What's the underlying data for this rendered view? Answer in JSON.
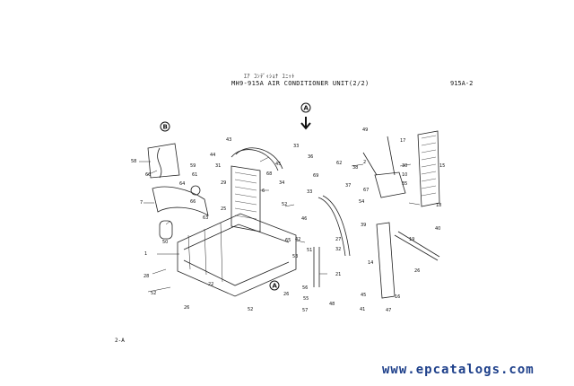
{
  "header": {
    "japanese_title": "ｴｱ ｺﾝﾃﾞｨｼｮﾅ ﾕﾆｯﾄ",
    "title": "MH9-915A  AIR CONDITIONER UNIT(2/2)",
    "code": "915A-2"
  },
  "footer": {
    "page_code": "2-A"
  },
  "watermark": "www.epcatalogs.com",
  "callouts": {
    "a_top": "A",
    "b": "B",
    "a_bottom": "A"
  },
  "part_numbers": {
    "p1": "1",
    "p2": "2",
    "p6": "6",
    "p7": "7",
    "p10": "10",
    "p14": "14",
    "p15": "15",
    "p16": "16",
    "p17": "17",
    "p18": "18",
    "p19": "19",
    "p21": "21",
    "p22": "22",
    "p25": "25",
    "p26a": "26",
    "p26b": "26",
    "p26c": "26",
    "p27": "27",
    "p28": "28",
    "p29": "29",
    "p30": "30",
    "p31": "31",
    "p32": "32",
    "p33a": "33",
    "p33b": "33",
    "p34": "34",
    "p35": "35",
    "p36": "36",
    "p37": "37",
    "p38": "38",
    "p39": "39",
    "p40": "40",
    "p41": "41",
    "p42": "42",
    "p43": "43",
    "p44": "44",
    "p45a": "45",
    "p45b": "45",
    "p46": "46",
    "p47": "47",
    "p48": "48",
    "p49": "49",
    "p50": "50",
    "p51": "51",
    "p52a": "52",
    "p52b": "52",
    "p52c": "52",
    "p53": "53",
    "p54": "54",
    "p55": "55",
    "p56": "56",
    "p57": "57",
    "p58": "58",
    "p59": "59",
    "p60": "60",
    "p61": "61",
    "p62": "62",
    "p63": "63",
    "p64": "64",
    "p65": "65",
    "p66": "66",
    "p67": "67",
    "p68": "68",
    "p69": "69"
  }
}
